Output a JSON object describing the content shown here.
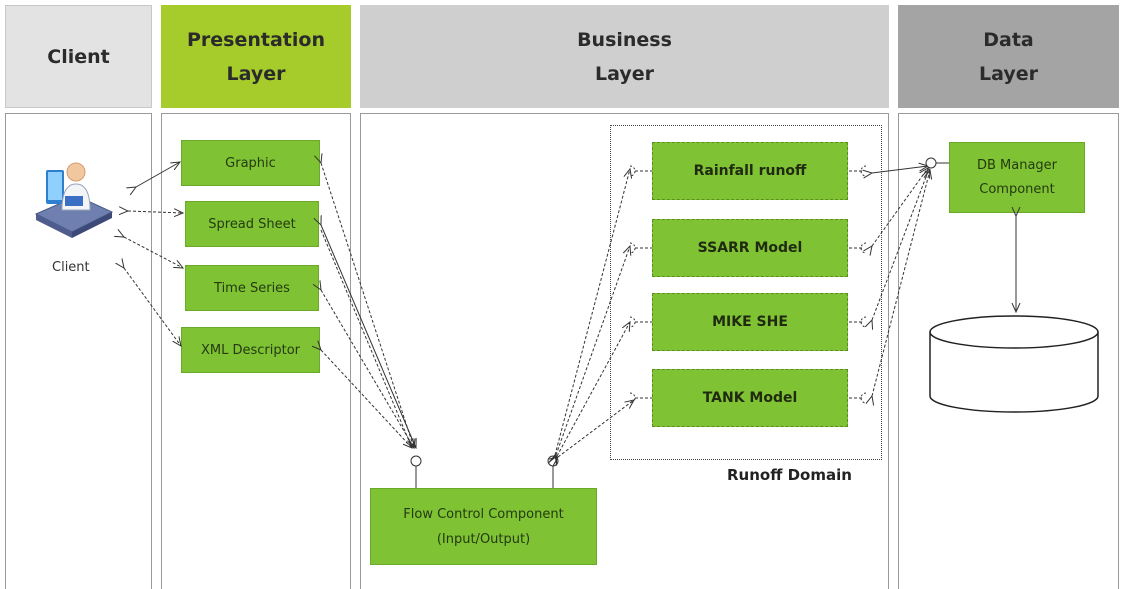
{
  "headers": {
    "client": "Client",
    "presentation": "Presentation\nLayer",
    "business": "Business\nLayer",
    "data": "Data\nLayer"
  },
  "colors": {
    "client_header": "#e3e3e3",
    "presentation_header": "#a6cc2b",
    "business_header": "#cfcfcf",
    "data_header": "#a4a4a4",
    "component_fill": "#7fc233"
  },
  "client_label": "Client",
  "presentation_components": [
    "Graphic",
    "Spread Sheet",
    "Time Series",
    "XML Descriptor"
  ],
  "flow_control": {
    "line1": "Flow Control Component",
    "line2": "(Input/Output)"
  },
  "models": [
    "Rainfall runoff",
    "SSARR Model",
    "MIKE SHE",
    "TANK Model"
  ],
  "runoff_domain_label": "Runoff Domain",
  "db_manager": {
    "line1": "DB Manager",
    "line2": "Component"
  },
  "icons": {
    "client": "client-user-computer-icon",
    "database": "database-cylinder-icon"
  }
}
